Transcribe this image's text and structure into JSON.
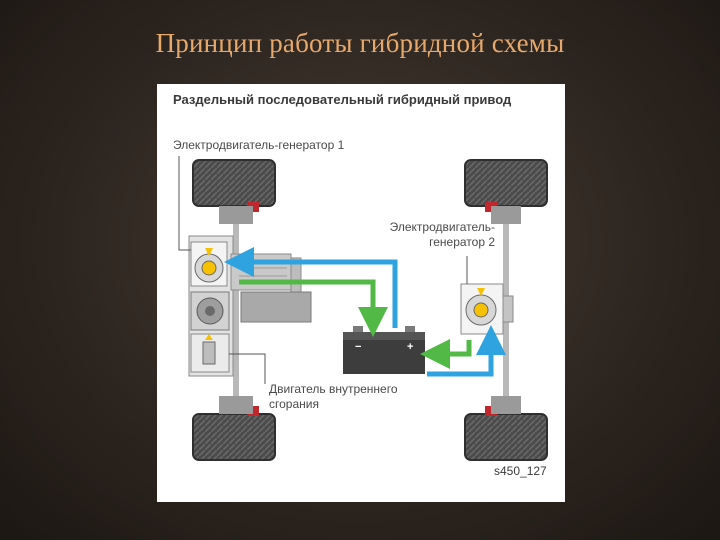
{
  "slide": {
    "title": "Принцип работы гибридной схемы"
  },
  "diagram": {
    "heading": "Раздельный последовательный гибридный привод",
    "labels": {
      "motor_generator_1": "Электродвигатель-генератор 1",
      "motor_generator_2": "Электродвигатель-генератор 2",
      "ice": "Двигатель внутреннего сгорания"
    },
    "figure_id": "s450_127",
    "battery_minus": "−",
    "battery_plus": "+",
    "colors": {
      "flow_blue": "#2ea3e0",
      "flow_green": "#52b947",
      "tire": "#4b4b4b",
      "accent_red": "#c0282e",
      "battery": "#3d3d3d"
    }
  }
}
